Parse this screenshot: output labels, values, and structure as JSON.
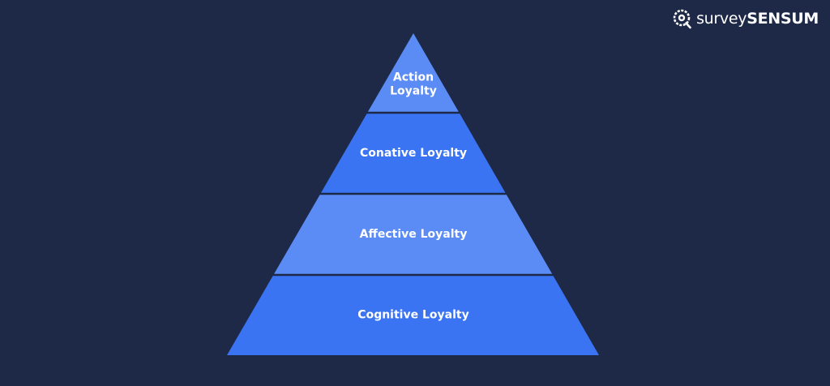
{
  "brand": {
    "name_light": "survey",
    "name_bold": "SENSUM",
    "icon": "brain-gear-logo-icon"
  },
  "pyramid": {
    "tiers": [
      {
        "lines": [
          "Action",
          "Loyalty"
        ],
        "color": "#5b8cf6"
      },
      {
        "lines": [
          "Conative Loyalty"
        ],
        "color": "#3a74f2"
      },
      {
        "lines": [
          "Affective Loyalty"
        ],
        "color": "#5b8cf6"
      },
      {
        "lines": [
          "Cognitive Loyalty"
        ],
        "color": "#3a74f2"
      }
    ],
    "divider_color": "#1d2947"
  }
}
